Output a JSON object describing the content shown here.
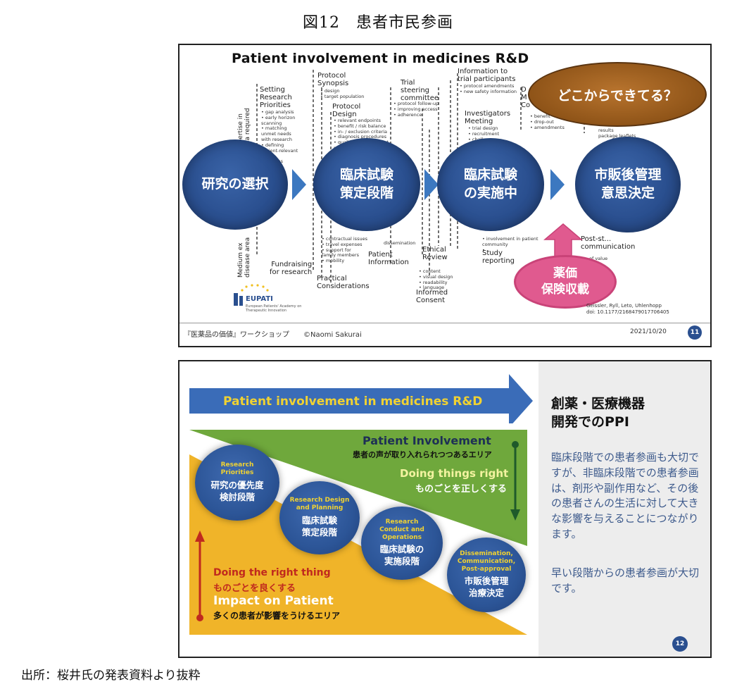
{
  "figure_title": "図12　患者市民参画",
  "source": "出所：桜井氏の発表資料より抜粋",
  "slide1": {
    "title": "Patient involvement in medicines R&D",
    "circles": [
      "研究の選択",
      "臨床試験\n策定段階",
      "臨床試験\nの実施中",
      "市販後管理\n意思決定"
    ],
    "oval_text": "どこからできてる？",
    "pink_text": "薬価\n保険収載",
    "labels": {
      "expertise": "expertise in\narea required",
      "medium": "Medium ex\ndisease area",
      "setting": "Setting\nResearch\nPriorities",
      "setting_bullets": "• gap analysis\n• early horizon\n  scanning\n• matching\n  unmet needs\n  with research\n• defining\n  patient-relevant\n  value\n  platforms",
      "protocol_synopsis": "Protocol\nSynopsis",
      "synopsis_bullets": "• design\n• target population",
      "protocol_design": "Protocol\nDesign",
      "design_bullets": "• relevant endpoints\n• benefit / risk balance\n• in- / exclusion criteria\n• diagnosis procedures\n• quality of life / patient\n  reported outcomes",
      "trial_steering": "Trial\nsteering\ncommittee",
      "steering_bullets": "• protocol follow-up\n• improving access\n• adherence",
      "info_trial": "Information to\ntrial participants",
      "info_bullets": "• protocol amendments\n• new safety information",
      "investigators": "Investigators\nMeeting",
      "investigators_bullets": "• trial design\n• recruitment\n• challenges",
      "d_m_c": "D\nM\nCo",
      "dmc_bullets": "• benefit\n• drop-out\n• amendments",
      "results": "results\npackage leaflets",
      "fundraising": "Fundraising\nfor research",
      "practical": "Practical\nConsiderations",
      "practical_bullets": "• contractual issues\n• travel expenses\n• support for\n  family members\n• mobility",
      "dissemination": "dissemination",
      "patient_info": "Patient\nInformation",
      "ethical": "Ethical\nReview",
      "informed_bullets": "• content\n• visual design\n• readability\n• language",
      "informed": "Informed\nConsent",
      "community": "• involvement in patient\n  community\n• ...",
      "study_reporting": "Study\nreporting",
      "post_study": "Post-st...\ncommunication",
      "value": "of value",
      "citation": "Geissler, Ryll, Leto, Uhlenhopp\ndoi: 10.1177/2168479017706405"
    },
    "eupati": "EUPATI",
    "eupati_sub": "European Patients' Academy\non Therapeutic Innovation",
    "footer_left": "『医薬品の価値』ワークショップ　　©Naomi Sakurai",
    "footer_date": "2021/10/20",
    "page": "11"
  },
  "slide2": {
    "arrow_label": "Patient involvement in medicines R&D",
    "patient_involvement": "Patient Involvement",
    "pi_jp": "患者の声が取り入れられつつあるエリア",
    "doing_right": "Doing things right",
    "doing_right_jp": "ものごとを正しくする",
    "right_thing": "Doing the right thing",
    "right_thing_jp": "ものごとを良くする",
    "impact": "Impact on Patient",
    "impact_jp": "多くの患者が影響をうけるエリア",
    "circles": [
      {
        "en": "Research\nPriorities",
        "jp": "研究の優先度\n検討段階"
      },
      {
        "en": "Research Design\nand Planning",
        "jp": "臨床試験\n策定段階"
      },
      {
        "en": "Research\nConduct and\nOperations",
        "jp": "臨床試験の\n実施段階"
      },
      {
        "en": "Dissemination,\nCommunication,\nPost-approval",
        "jp": "市販後管理\n治療決定"
      }
    ],
    "right_title": "創薬・医療機器\n開発でのPPI",
    "right_body": "臨床段階での患者参画も大切ですが、非臨床段階での患者参画は、剤形や副作用など、その後の患者さんの生活に対して大きな影響を与えることにつながります。",
    "right_body2": "早い段階からの患者参画が大切です。",
    "page": "12"
  },
  "colors": {
    "circle_blue": "#2a4f8f",
    "chevron_blue": "#3c78c0",
    "oval_brown": "#8f5418",
    "pink": "#e05a8f",
    "green": "#6fa83c",
    "yellow": "#f0b429",
    "arrow_blue": "#3a6cb8",
    "text_blue": "#3d5a8c"
  }
}
